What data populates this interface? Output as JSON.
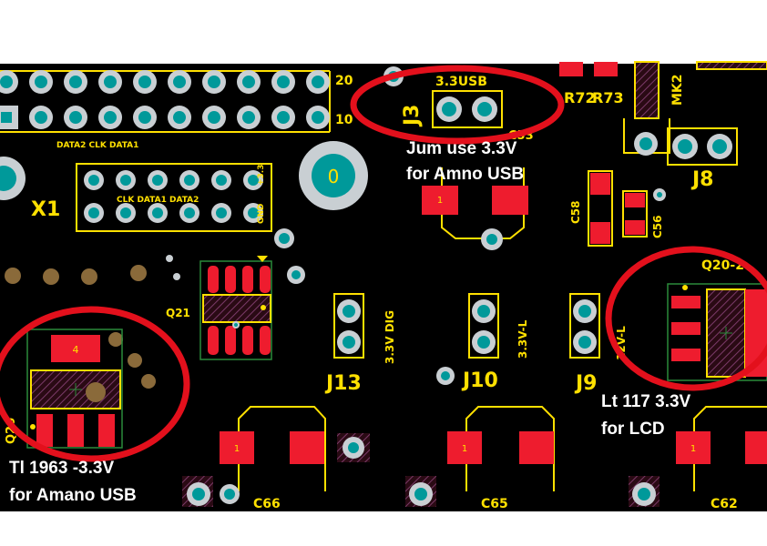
{
  "board": {
    "colors": {
      "background": "#000000",
      "silkscreen": "#ffe000",
      "copper_pad": "#ee1c2e",
      "via_ring": "#c9cfd3",
      "via_hole": "#00999a",
      "unplated_hole": "#8a6a3a",
      "annotation_circle": "#e3101c",
      "annotation_text": "#ffffff"
    },
    "designators": {
      "j3": "J3",
      "j8": "J8",
      "j9": "J9",
      "j10": "J10",
      "j13": "J13",
      "x1": "X1",
      "q20": "Q20",
      "q20_2": "Q20-2",
      "q21": "Q21",
      "c53": "C53",
      "c56": "C56",
      "c58": "C58",
      "c62": "C62",
      "c65": "C65",
      "c66": "C66",
      "r72": "R72",
      "r73": "R73",
      "mk2": "MK2"
    },
    "silk_labels": {
      "usb_33": "3.3USB",
      "dig_33": "3.3V DIG",
      "v33_l": "3.3V-L",
      "v12_l": "12V-L",
      "header_20": "20",
      "header_10": "10",
      "top_row": "DATA2  CLK  DATA1",
      "x1_row": "CLK  DATA1  DATA2",
      "gnd": "GND",
      "plus33": "+3.3",
      "hole": "0",
      "q20_pad": "4",
      "pad_1": "1"
    },
    "annotations": {
      "jumper": [
        "Jum use 3.3V",
        "for Amno USB"
      ],
      "tl1963": [
        "Tl 1963 -3.3V",
        "for Amano USB"
      ],
      "lt117": [
        "Lt 117 3.3V",
        "for LCD"
      ]
    }
  }
}
